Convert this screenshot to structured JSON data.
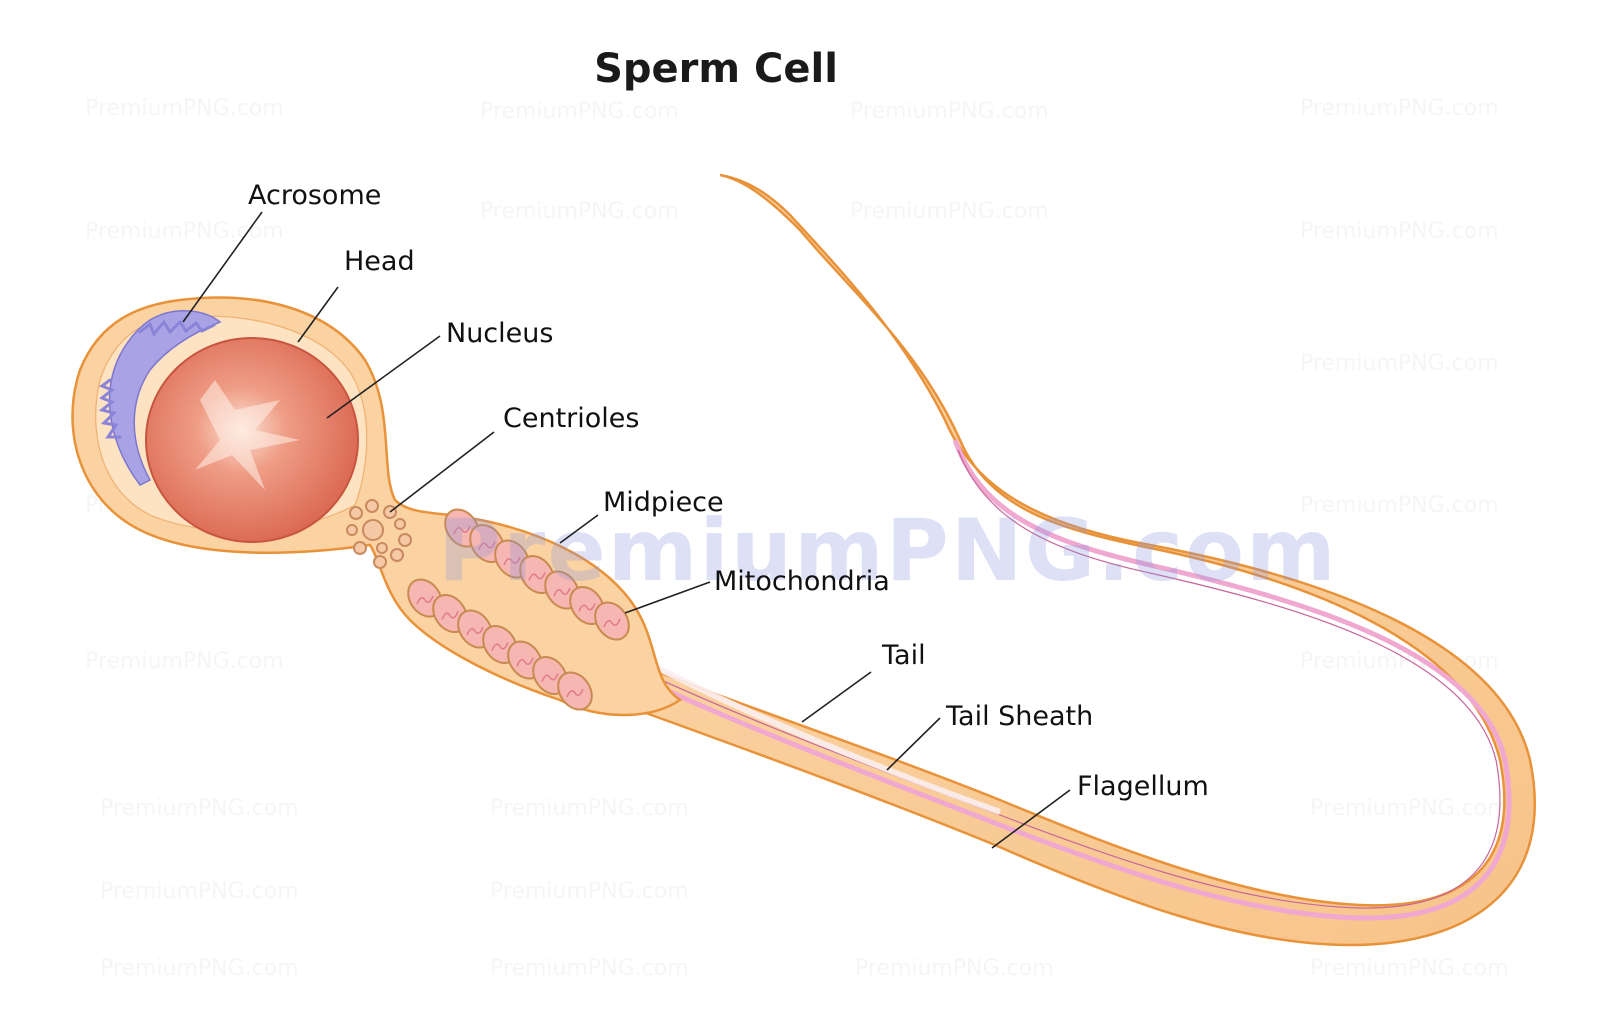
{
  "title": "Sperm Cell",
  "labels": {
    "acrosome": "Acrosome",
    "head": "Head",
    "nucleus": "Nucleus",
    "centrioles": "Centrioles",
    "midpiece": "Midpiece",
    "mitochondria": "Mitochondria",
    "tail": "Tail",
    "tail_sheath": "Tail Sheath",
    "flagellum": "Flagellum"
  },
  "watermark": {
    "text": "PremiumPNG.com",
    "main_text": "PremiumPNG.com"
  },
  "colors": {
    "body_fill": "#fbd2a2",
    "body_outline": "#e8923a",
    "nucleus": "#e57f6a",
    "acrosome": "#a9a3e6",
    "mitochondria": "#f6b6b1",
    "flagellum_core": "#f0a8d0"
  }
}
